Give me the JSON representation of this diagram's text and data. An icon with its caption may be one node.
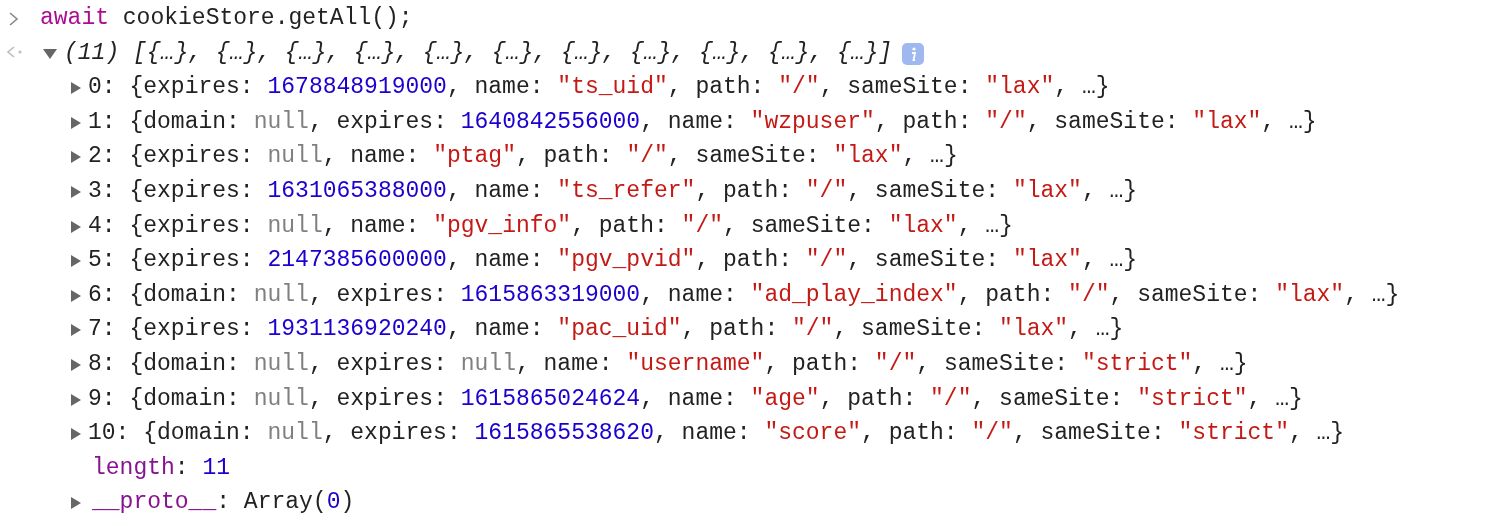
{
  "diagram": {
    "labels": [
      "await cookieStore.getAll();",
      "(11) [{…}, {…}, {…}, {…}, {…}, {…}, {…}, {…}, {…}, {…}, {…}]",
      "0: {expires: 1678848919000, name: \"ts_uid\", path: \"/\", sameSite: \"lax\", …}",
      "1: {domain: null, expires: 1640842556000, name: \"wzpuser\", path: \"/\", sameSite: \"lax\", …}",
      "2: {expires: null, name: \"ptag\", path: \"/\", sameSite: \"lax\", …}",
      "3: {expires: 1631065388000, name: \"ts_refer\", path: \"/\", sameSite: \"lax\", …}",
      "4: {expires: null, name: \"pgv_info\", path: \"/\", sameSite: \"lax\", …}",
      "5: {expires: 2147385600000, name: \"pgv_pvid\", path: \"/\", sameSite: \"lax\", …}",
      "6: {domain: null, expires: 1615863319000, name: \"ad_play_index\", path: \"/\", sameSite: \"lax\", …}",
      "7: {expires: 1931136920240, name: \"pac_uid\", path: \"/\", sameSite: \"lax\", …}",
      "8: {domain: null, expires: null, name: \"username\", path: \"/\", sameSite: \"strict\", …}",
      "9: {domain: null, expires: 1615865024624, name: \"age\", path: \"/\", sameSite: \"strict\", …}",
      "10: {domain: null, expires: 1615865538620, name: \"score\", path: \"/\", sameSite: \"strict\", …}",
      "length: 11",
      "__proto__: Array(0)"
    ]
  }
}
